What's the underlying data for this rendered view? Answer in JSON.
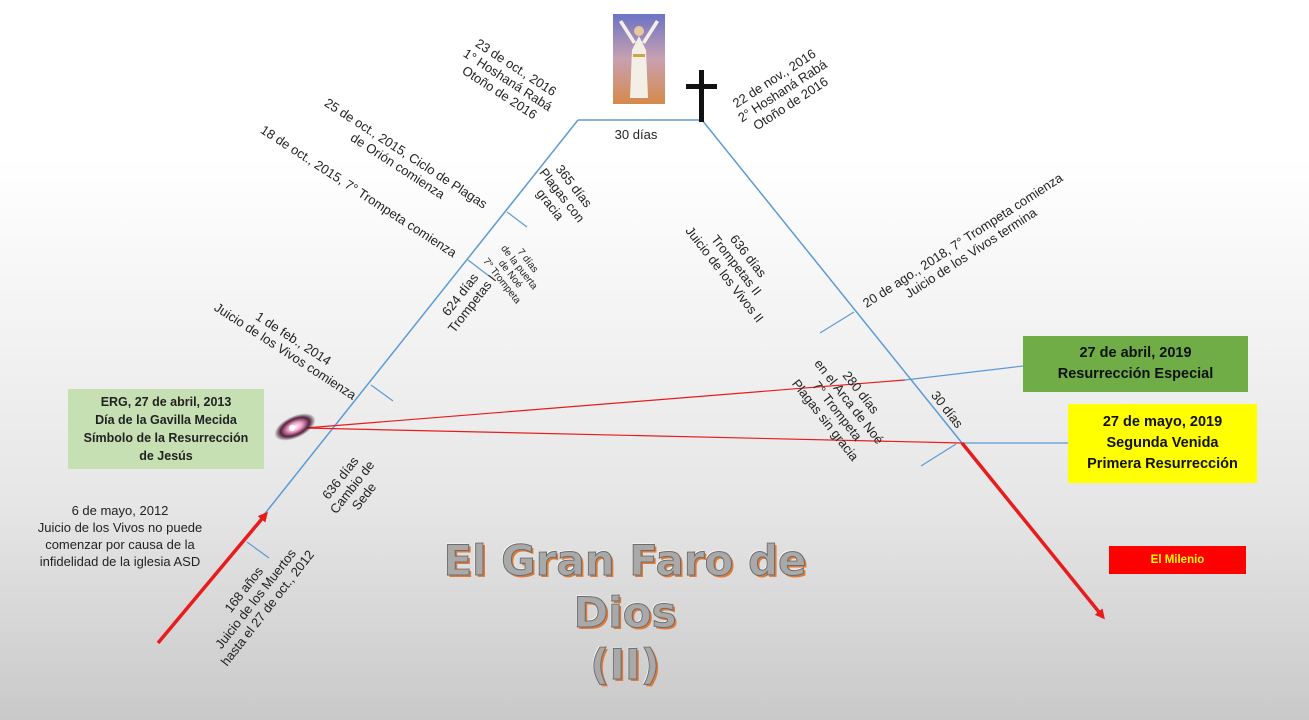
{
  "title": {
    "line1": "El Gran Faro de Dios",
    "line2": "(II)"
  },
  "labels": {
    "oct2016": [
      "23 de oct., 2016",
      "1° Hoshaná Rabá",
      "Otoño de 2016"
    ],
    "nov2016": [
      "22 de nov., 2016",
      "2° Hoshaná Rabá",
      "Otoño de 2016"
    ],
    "oct2015_cycle": [
      "25 de oct., 2015, Ciclo de Plagas",
      "de Orión comienza"
    ],
    "oct2015_trumpet": [
      "18 de oct., 2015, 7° Trompeta comienza"
    ],
    "feb2014": [
      "1 de feb., 2014",
      "Juicio de los Vivos comienza"
    ],
    "aug2018": [
      "20 de ago., 2018, 7° Trompeta comienza",
      "Juicio de los Vivos termina"
    ],
    "days_30_top": "30 días",
    "days_365": [
      "365 días",
      "Plagas con",
      "gracia"
    ],
    "days_7": [
      "7 días",
      "de la puerta",
      "de Noé",
      "7° Trompeta"
    ],
    "days_624": [
      "624 días",
      "Trompetas I"
    ],
    "days_636_right": [
      "636 días",
      "Trompetas II",
      "Juicio de los Vivos II"
    ],
    "days_280": [
      "280 días",
      "en el Arca de Noé",
      "7° Trompeta",
      "Plagas sin gracia"
    ],
    "days_30_right": "30 días",
    "days_636_left": [
      "636 días",
      "Cambio de",
      "Sede"
    ],
    "years_168": [
      "168 años",
      "Juicio de los Muertos",
      "hasta el 27 de oct., 2012"
    ],
    "may2012": [
      "6 de mayo, 2012",
      "Juicio de los Vivos no puede",
      "comenzar por causa de la",
      "infidelidad de la iglesia ASD"
    ]
  },
  "boxes": {
    "erg": [
      "ERG, 27 de abril, 2013",
      "Día de la Gavilla Mecida",
      "Símbolo de la Resurrección",
      "de Jesús"
    ],
    "apr2019": [
      "27 de abril, 2019",
      "Resurrección Especial"
    ],
    "may2019": [
      "27 de mayo, 2019",
      "Segunda Venida",
      "Primera Resurrección"
    ],
    "millennium": "El Milenio"
  },
  "colors": {
    "line": "#5b9bd5",
    "red": "#e81c1c",
    "green_box": "#c6e0b4",
    "green_box2": "#70ad47",
    "yellow_box": "#ffff00",
    "red_box": "#ff0000"
  },
  "icons": [
    "jesus-figure-image",
    "cross-icon",
    "star-glow-icon"
  ]
}
